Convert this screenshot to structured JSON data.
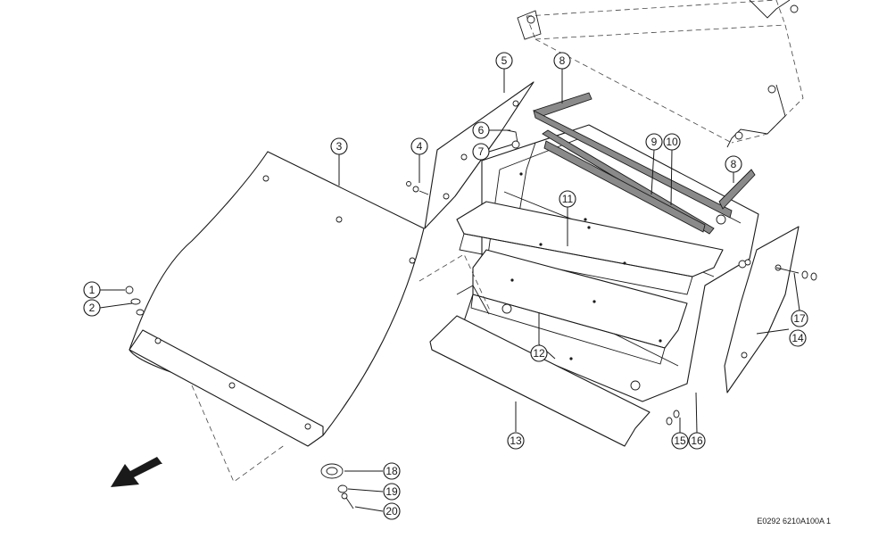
{
  "highlight_color": "#a5c26a",
  "reference_label": "E0292 6210A100A 1",
  "callouts": [
    {
      "label": "1",
      "highlighted": false
    },
    {
      "label": "2",
      "highlighted": false
    },
    {
      "label": "3",
      "highlighted": true
    },
    {
      "label": "4",
      "highlighted": false
    },
    {
      "label": "5",
      "highlighted": false
    },
    {
      "label": "6",
      "highlighted": false
    },
    {
      "label": "7",
      "highlighted": false
    },
    {
      "label": "8",
      "highlighted": false
    },
    {
      "label": "8",
      "highlighted": false
    },
    {
      "label": "9",
      "highlighted": false
    },
    {
      "label": "10",
      "highlighted": false
    },
    {
      "label": "11",
      "highlighted": false
    },
    {
      "label": "12",
      "highlighted": false
    },
    {
      "label": "13",
      "highlighted": false
    },
    {
      "label": "14",
      "highlighted": false
    },
    {
      "label": "15",
      "highlighted": false
    },
    {
      "label": "16",
      "highlighted": false
    },
    {
      "label": "17",
      "highlighted": false
    },
    {
      "label": "18",
      "highlighted": false
    },
    {
      "label": "19",
      "highlighted": false
    },
    {
      "label": "20",
      "highlighted": false
    }
  ]
}
